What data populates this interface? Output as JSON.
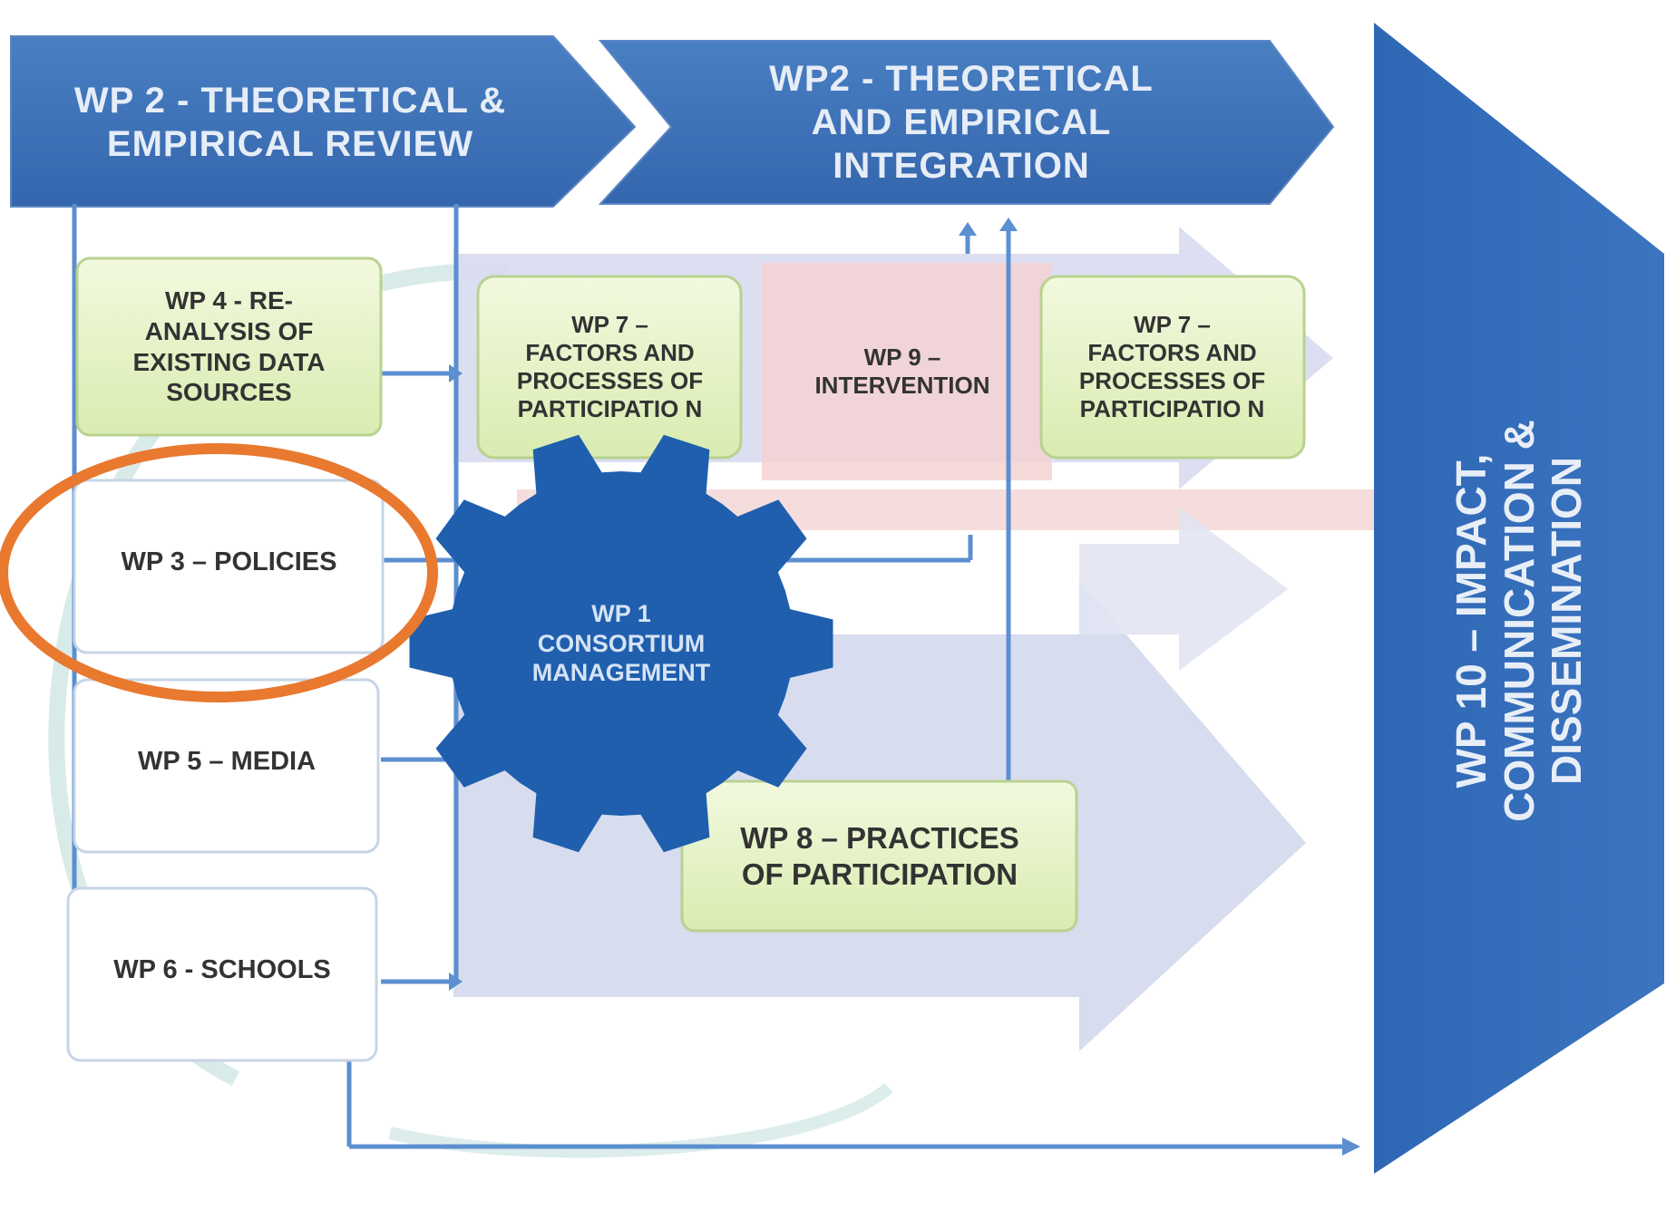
{
  "header": {
    "wp2_review": "WP 2 - THEORETICAL  &\nEMPIRICAL  REVIEW",
    "wp2_integration": "WP2 - THEORETICAL\nAND EMPIRICAL\nINTEGRATION"
  },
  "boxes": {
    "wp4": "WP 4 - RE-\nANALYSIS OF\nEXISTING DATA\nSOURCES",
    "wp3": "WP 3 – POLICIES",
    "wp5": "WP 5 – MEDIA",
    "wp6": "WP 6 - SCHOOLS",
    "wp7_a": "WP 7 –\nFACTORS  AND\nPROCESSES  OF\nPARTICIPATIO N",
    "wp9": "WP 9 –\nINTERVENTION",
    "wp7_b": "WP 7 –\nFACTORS  AND\nPROCESSES  OF\nPARTICIPATIO N",
    "wp8": "WP 8 – PRACTICES\nOF PARTICIPATION"
  },
  "gear": {
    "label": "WP 1\nCONSORTIUM\nMANAGEMENT"
  },
  "wp10": {
    "label": "WP 10 – IMPACT,\nCOMMUNICATION &\nDISSEMINATION"
  },
  "colors": {
    "header_blue": "#3f73b8",
    "gear_blue": "#1f5fae",
    "box_green": "#e4f1c4",
    "highlight_orange": "#e8792f",
    "band_pink": "#f3d3d3",
    "band_blue": "#d6dcef"
  }
}
